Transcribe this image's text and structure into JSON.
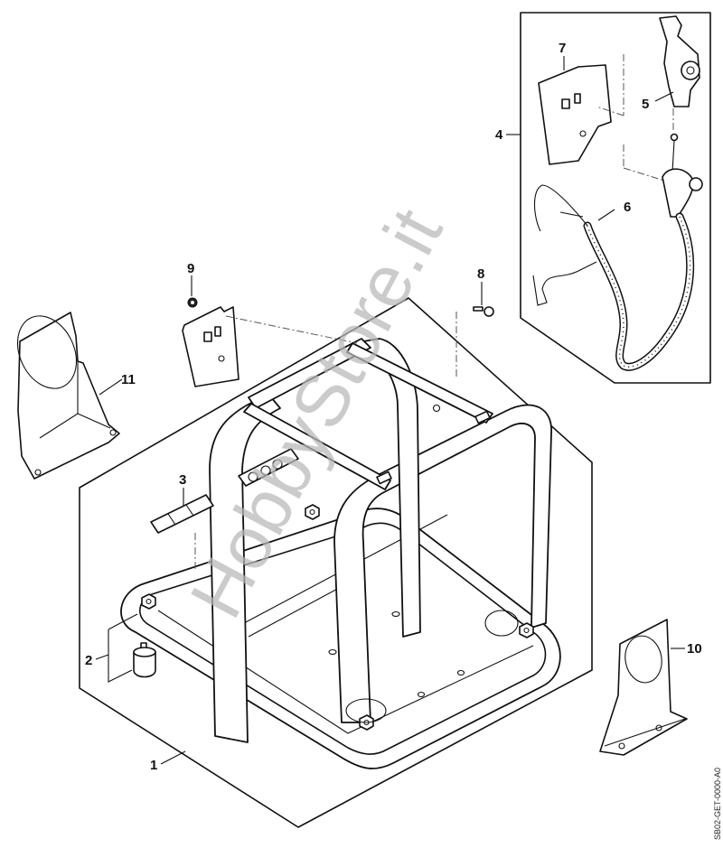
{
  "diagram": {
    "type": "exploded parts diagram",
    "subject": "Generator frame assembly",
    "drawing_code": "SB02-GET-0000-A0",
    "watermark": "HobbyStore.it",
    "callouts": [
      {
        "number": "1",
        "part": "frame"
      },
      {
        "number": "2",
        "part": "rubber-buffer"
      },
      {
        "number": "3",
        "part": "warning-decal"
      },
      {
        "number": "4",
        "part": "control-kit-group"
      },
      {
        "number": "5",
        "part": "control-switch"
      },
      {
        "number": "6",
        "part": "wiring-harness-with-conduit"
      },
      {
        "number": "7",
        "part": "switch-mounting-plate"
      },
      {
        "number": "8",
        "part": "screw"
      },
      {
        "number": "9",
        "part": "nut"
      },
      {
        "number": "10",
        "part": "mounting-bracket-small"
      },
      {
        "number": "11",
        "part": "mounting-bracket-large"
      }
    ]
  }
}
